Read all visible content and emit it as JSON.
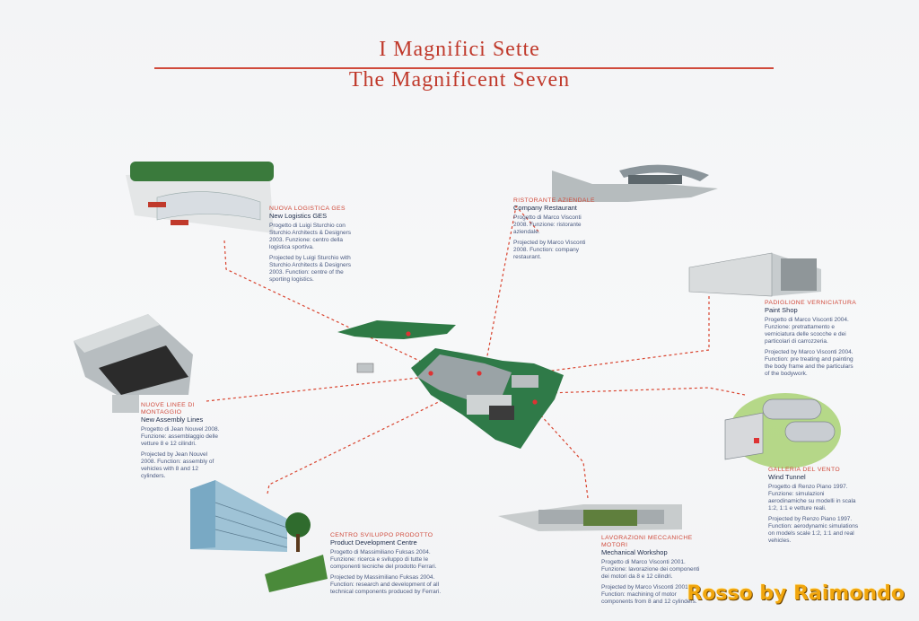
{
  "title_it": "I Magnifici Sette",
  "title_en": "The Magnificent Seven",
  "watermark": "Rosso by Raimondo",
  "buildings": [
    {
      "it": "NUOVA LOGISTICA GES",
      "en": "New Logistics GES",
      "p1": "Progetto di Luigi Sturchio con Sturchio Architects & Designers 2003. Funzione: centro della logistica sportiva.",
      "p2": "Projected by Luigi Sturchio with Sturchio Architects & Designers 2003. Function: centre of the sporting logistics."
    },
    {
      "it": "RISTORANTE AZIENDALE",
      "en": "Company Restaurant",
      "p1": "Progetto di Marco Visconti 2008. Funzione: ristorante aziendale.",
      "p2": "Projected by Marco Visconti 2008. Function: company restaurant."
    },
    {
      "it": "PADIGLIONE VERNICIATURA",
      "en": "Paint Shop",
      "p1": "Progetto di Marco Visconti 2004. Funzione: pretrattamento e verniciatura delle scocche e dei particolari di carrozzeria.",
      "p2": "Projected by Marco Visconti 2004. Function: pre treating and painting the body frame and the particulars of the bodywork."
    },
    {
      "it": "NUOVE LINEE DI MONTAGGIO",
      "en": "New Assembly Lines",
      "p1": "Progetto di Jean Nouvel 2008. Funzione: assemblaggio delle vetture 8 e 12 cilindri.",
      "p2": "Projected by Jean Nouvel 2008. Function: assembly of vehicles with 8 and 12 cylinders."
    },
    {
      "it": "GALLERIA DEL VENTO",
      "en": "Wind Tunnel",
      "p1": "Progetto di Renzo Piano 1997. Funzione: simulazioni aerodinamiche su modelli in scala 1:2, 1:1 e vetture reali.",
      "p2": "Projected by Renzo Piano 1997. Function: aerodynamic simulations on models scale 1:2, 1:1 and real vehicles."
    },
    {
      "it": "CENTRO SVILUPPO PRODOTTO",
      "en": "Product Development Centre",
      "p1": "Progetto di Massimiliano Fuksas 2004. Funzione: ricerca e sviluppo di tutte le componenti tecniche del prodotto Ferrari.",
      "p2": "Projected by Massimiliano Fuksas 2004. Function: research and development of all technical components produced by Ferrari."
    },
    {
      "it": "LAVORAZIONI MECCANICHE MOTORI",
      "en": "Mechanical Workshop",
      "p1": "Progetto di Marco Visconti 2001. Funzione: lavorazione dei componenti dei motori da 8 e 12 cilindri.",
      "p2": "Projected by Marco Visconti 2001. Function: machining of motor components from 8 and 12 cylinders."
    }
  ],
  "colors": {
    "accent": "#c0392b",
    "leader": "#d9442f",
    "caption": "#37476e",
    "watermark": "#f1a60d"
  }
}
